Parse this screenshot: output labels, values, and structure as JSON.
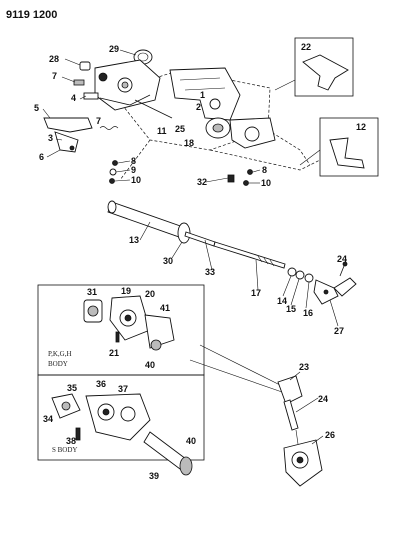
{
  "diagram": {
    "code": "9119 1200",
    "inset_upper_label_1": "P,K,G,H",
    "inset_upper_label_2": "BODY",
    "inset_lower_label": "S BODY",
    "callouts": {
      "c1": "1",
      "c2": "2",
      "c3": "3",
      "c4": "4",
      "c5": "5",
      "c6": "6",
      "c7a": "7",
      "c7b": "7",
      "c8a": "8",
      "c8b": "8",
      "c9": "9",
      "c10a": "10",
      "c10b": "10",
      "c11": "11",
      "c12": "12",
      "c13": "13",
      "c14": "14",
      "c15": "15",
      "c16": "16",
      "c17": "17",
      "c18": "18",
      "c19": "19",
      "c20": "20",
      "c21": "21",
      "c22": "22",
      "c23": "23",
      "c24a": "24",
      "c24b": "24",
      "c25": "25",
      "c26": "26",
      "c27": "27",
      "c28": "28",
      "c29": "29",
      "c30": "30",
      "c31": "31",
      "c32": "32",
      "c33": "33",
      "c34": "34",
      "c35": "35",
      "c36": "36",
      "c37": "37",
      "c38": "38",
      "c39": "39",
      "c40a": "40",
      "c40b": "40",
      "c41": "41"
    }
  }
}
